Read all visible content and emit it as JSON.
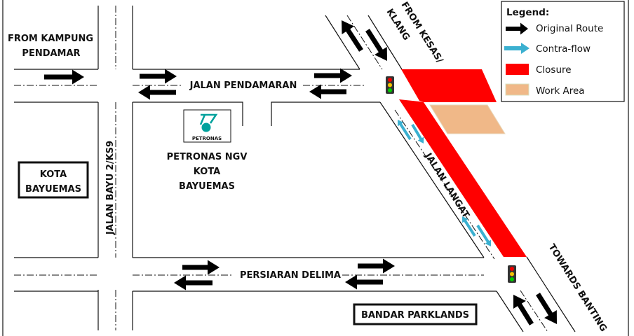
{
  "labels": {
    "from_kampung_line1": "FROM KAMPUNG",
    "from_kampung_line2": "PENDAMAR",
    "jalan_pendamaran": "JALAN PENDAMARAN",
    "jalan_bayu": "JALAN BAYU 2/KS9",
    "kota_bayuemas_line1": "KOTA",
    "kota_bayuemas_line2": "BAYUEMAS",
    "petronas_logo_text": "PETRONAS",
    "petronas_line1": "PETRONAS NGV",
    "petronas_line2": "KOTA",
    "petronas_line3": "BAYUEMAS",
    "persiaran_delima": "PERSIARAN DELIMA",
    "bandar_parklands": "BANDAR PARKLANDS",
    "from_kesas_line1": "FROM KESAS/",
    "from_kesas_line2": "KLANG",
    "jalan_langat": "JALAN LANGAT",
    "towards_banting": "TOWARDS BANTING"
  },
  "legend": {
    "title": "Legend:",
    "items": [
      {
        "label": "Original Route",
        "symbol": "black-arrow",
        "color": "#000000"
      },
      {
        "label": "Contra-flow",
        "symbol": "blue-arrow",
        "color": "#3BB0D0"
      },
      {
        "label": "Closure",
        "symbol": "swatch",
        "color": "#FF0000"
      },
      {
        "label": "Work Area",
        "symbol": "swatch",
        "color": "#F0B888"
      }
    ]
  },
  "colors": {
    "closure": "#FF0000",
    "work_area": "#F0B888",
    "contra_flow": "#3BB0D0",
    "petronas": "#00A19C"
  }
}
